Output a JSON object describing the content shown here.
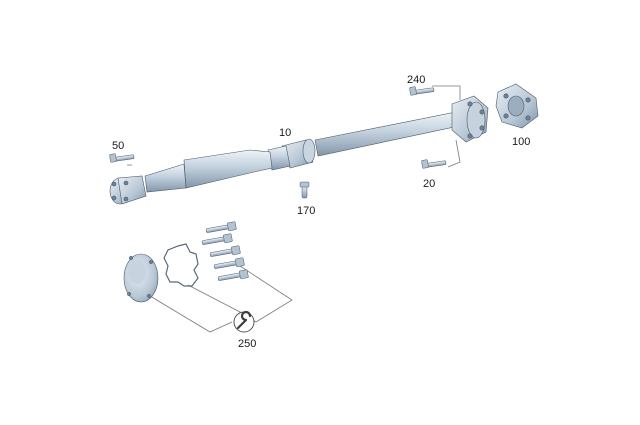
{
  "diagram": {
    "callouts": {
      "c240": "240",
      "c100": "100",
      "c10": "10",
      "c50": "50",
      "c20": "20",
      "c170": "170",
      "c250": "250"
    },
    "colors": {
      "part_light": "#dde6ee",
      "part_mid": "#b3c3d2",
      "part_dark": "#7f94a7",
      "outline": "#4a5a69",
      "leader": "#6d6d6d",
      "label": "#1a1a1a"
    },
    "icons": [
      "wrench-icon"
    ]
  }
}
